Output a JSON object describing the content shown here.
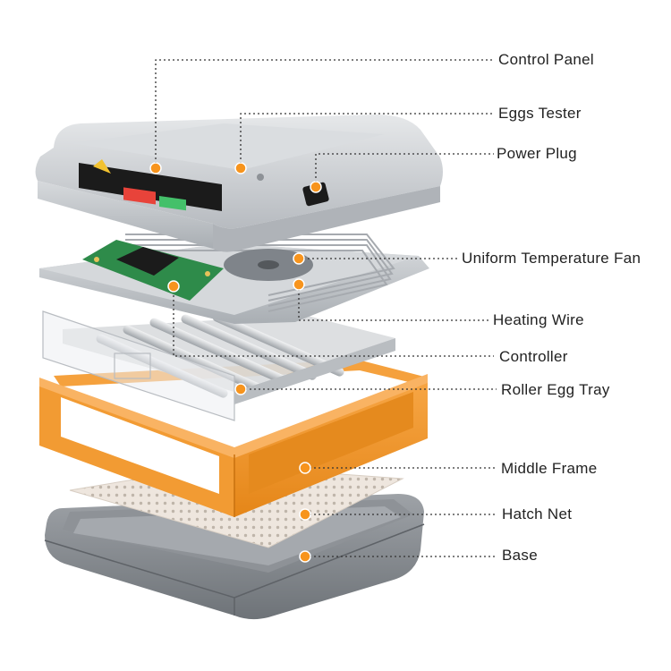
{
  "colors": {
    "accent_orange": "#F7941D",
    "frame_orange": "#F49A2E",
    "frame_orange_dark": "#D97A12",
    "shell_gray": "#C9CCD0",
    "pcb_green": "#2E8B4A",
    "display_black": "#1B1B1B",
    "leader_line": "#333333"
  },
  "labels": [
    {
      "id": "control-panel",
      "text": "Control Panel"
    },
    {
      "id": "eggs-tester",
      "text": "Eggs Tester"
    },
    {
      "id": "power-plug",
      "text": "Power Plug"
    },
    {
      "id": "uniform-temperature-fan",
      "text": "Uniform Temperature Fan"
    },
    {
      "id": "heating-wire",
      "text": "Heating Wire"
    },
    {
      "id": "controller",
      "text": "Controller"
    },
    {
      "id": "roller-egg-tray",
      "text": "Roller Egg Tray"
    },
    {
      "id": "middle-frame",
      "text": "Middle Frame"
    },
    {
      "id": "hatch-net",
      "text": "Hatch Net"
    },
    {
      "id": "base",
      "text": "Base"
    }
  ]
}
